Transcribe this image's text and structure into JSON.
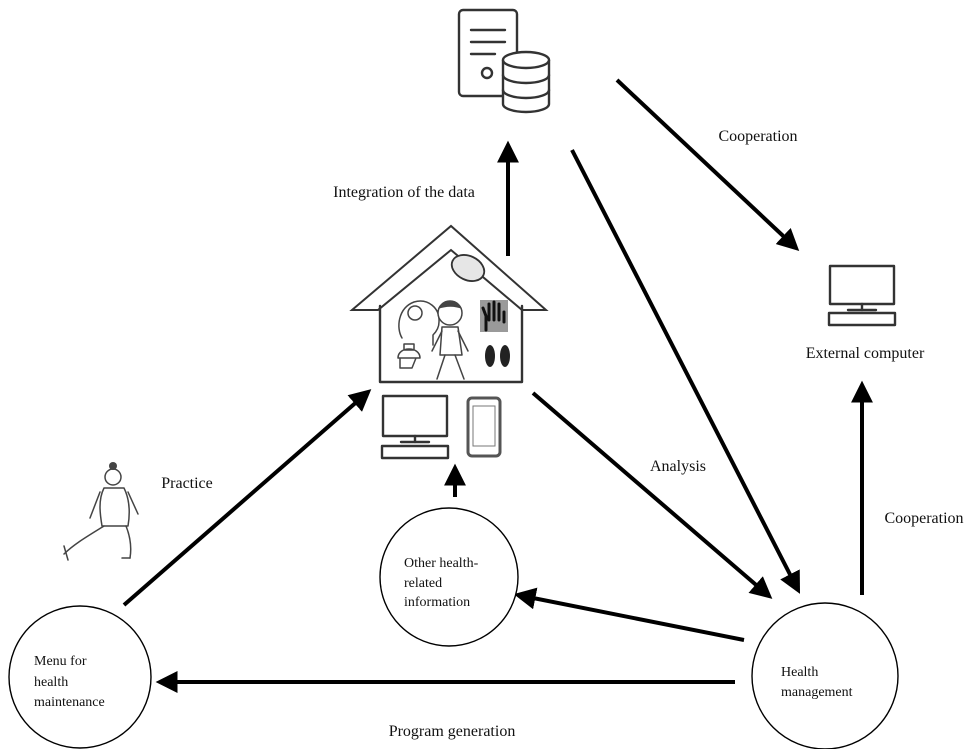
{
  "nodes": {
    "external_computer": "External computer",
    "other_info": [
      "Other health-",
      "related",
      "information"
    ],
    "menu": [
      "Menu for",
      "health",
      "maintenance"
    ],
    "health_management": [
      "Health",
      "management"
    ]
  },
  "edges": {
    "integration": "Integration of the data",
    "cooperation_top": "Cooperation",
    "cooperation_right": "Cooperation",
    "practice": "Practice",
    "analysis": "Analysis",
    "program_generation": "Program generation"
  },
  "icons": [
    "server-database-icon",
    "home-sensors-icon",
    "desktop-computer-icon",
    "smartphone-icon",
    "external-computer-icon",
    "exercise-person-icon"
  ]
}
